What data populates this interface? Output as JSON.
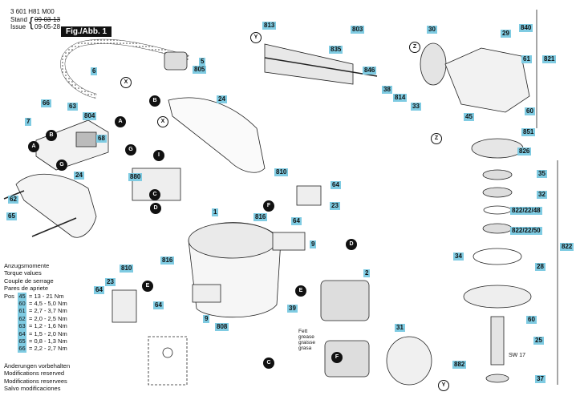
{
  "header": {
    "doc_number": "3 601 H81 M00",
    "stand_label": "Stand",
    "issue_label": "Issue",
    "stand_date": "09-03-13",
    "issue_date": "09-05-28",
    "figure_label": "Fig./Abb. 1"
  },
  "torque_table": {
    "titles": [
      "Anzugsmomente",
      "Torque values",
      "Couple de serrage",
      "Pares de apriete"
    ],
    "rows": [
      {
        "pos": "Pos",
        "key": "45",
        "value": "= 13 - 21 Nm"
      },
      {
        "pos": "",
        "key": "60",
        "value": "= 4,5 - 5,0 Nm"
      },
      {
        "pos": "",
        "key": "61",
        "value": "= 2,7 - 3,7 Nm"
      },
      {
        "pos": "",
        "key": "62",
        "value": "= 2,0 - 2,5 Nm"
      },
      {
        "pos": "",
        "key": "63",
        "value": "= 1,2 - 1,6 Nm"
      },
      {
        "pos": "",
        "key": "64",
        "value": "= 1,5 - 2,0 Nm"
      },
      {
        "pos": "",
        "key": "65",
        "value": "= 0,8 - 1,3 Nm"
      },
      {
        "pos": "",
        "key": "66",
        "value": "= 2,2 - 2,7 Nm"
      }
    ]
  },
  "notes": [
    "Änderungen vorbehalten",
    "Modifications reserved",
    "Modifications reservees",
    "Salvo modificaciones"
  ],
  "grease_label": [
    "Fett",
    "grease",
    "graisse",
    "grasa"
  ],
  "sw_label": "SW 17",
  "part_labels": [
    {
      "id": "p813",
      "text": "813"
    },
    {
      "id": "p803",
      "text": "803"
    },
    {
      "id": "p840",
      "text": "840"
    },
    {
      "id": "p29",
      "text": "29"
    },
    {
      "id": "p821",
      "text": "821"
    },
    {
      "id": "p30",
      "text": "30"
    },
    {
      "id": "p835",
      "text": "835"
    },
    {
      "id": "p846",
      "text": "846"
    },
    {
      "id": "p38",
      "text": "38"
    },
    {
      "id": "p814",
      "text": "814"
    },
    {
      "id": "p33",
      "text": "33"
    },
    {
      "id": "p61",
      "text": "61"
    },
    {
      "id": "p60a",
      "text": "60"
    },
    {
      "id": "p851",
      "text": "851"
    },
    {
      "id": "p5",
      "text": "5"
    },
    {
      "id": "p805",
      "text": "805"
    },
    {
      "id": "p6",
      "text": "6"
    },
    {
      "id": "p66",
      "text": "66"
    },
    {
      "id": "p63",
      "text": "63"
    },
    {
      "id": "p804",
      "text": "804"
    },
    {
      "id": "p7",
      "text": "7"
    },
    {
      "id": "p68",
      "text": "68"
    },
    {
      "id": "p24a",
      "text": "24"
    },
    {
      "id": "p45",
      "text": "45"
    },
    {
      "id": "p826",
      "text": "826"
    },
    {
      "id": "p880",
      "text": "880"
    },
    {
      "id": "p24b",
      "text": "24"
    },
    {
      "id": "p62",
      "text": "62"
    },
    {
      "id": "p65",
      "text": "65"
    },
    {
      "id": "p810a",
      "text": "810"
    },
    {
      "id": "p64a",
      "text": "64"
    },
    {
      "id": "p23a",
      "text": "23"
    },
    {
      "id": "p816a",
      "text": "816"
    },
    {
      "id": "p64b",
      "text": "64"
    },
    {
      "id": "p1",
      "text": "1"
    },
    {
      "id": "p9a",
      "text": "9"
    },
    {
      "id": "p35",
      "text": "35"
    },
    {
      "id": "p32",
      "text": "32"
    },
    {
      "id": "p822_48",
      "text": "822/22/48"
    },
    {
      "id": "p822_50",
      "text": "822/22/50"
    },
    {
      "id": "p822",
      "text": "822"
    },
    {
      "id": "p34",
      "text": "34"
    },
    {
      "id": "p28",
      "text": "28"
    },
    {
      "id": "p2",
      "text": "2"
    },
    {
      "id": "p810b",
      "text": "810"
    },
    {
      "id": "p816b",
      "text": "816"
    },
    {
      "id": "p23b",
      "text": "23"
    },
    {
      "id": "p64c",
      "text": "64"
    },
    {
      "id": "p64d",
      "text": "64"
    },
    {
      "id": "p39",
      "text": "39"
    },
    {
      "id": "p9b",
      "text": "9"
    },
    {
      "id": "p808",
      "text": "808"
    },
    {
      "id": "p31",
      "text": "31"
    },
    {
      "id": "p60b",
      "text": "60"
    },
    {
      "id": "p25",
      "text": "25"
    },
    {
      "id": "p882",
      "text": "882"
    },
    {
      "id": "p37",
      "text": "37"
    }
  ],
  "callouts": [
    {
      "id": "cY1",
      "text": "Y"
    },
    {
      "id": "cZ1",
      "text": "Z"
    },
    {
      "id": "cX1",
      "text": "X"
    },
    {
      "id": "cB1",
      "text": "B"
    },
    {
      "id": "cA1",
      "text": "A"
    },
    {
      "id": "cX2",
      "text": "X"
    },
    {
      "id": "cB2",
      "text": "B"
    },
    {
      "id": "cA2",
      "text": "A"
    },
    {
      "id": "cG1",
      "text": "G"
    },
    {
      "id": "cG2",
      "text": "G"
    },
    {
      "id": "cI",
      "text": "I"
    },
    {
      "id": "cC1",
      "text": "C"
    },
    {
      "id": "cD1",
      "text": "D"
    },
    {
      "id": "cZ2",
      "text": "Z"
    },
    {
      "id": "cF1",
      "text": "F"
    },
    {
      "id": "cD2",
      "text": "D"
    },
    {
      "id": "cE1",
      "text": "E"
    },
    {
      "id": "cE2",
      "text": "E"
    },
    {
      "id": "cF2",
      "text": "F"
    },
    {
      "id": "cC2",
      "text": "C"
    },
    {
      "id": "cY2",
      "text": "Y"
    }
  ]
}
